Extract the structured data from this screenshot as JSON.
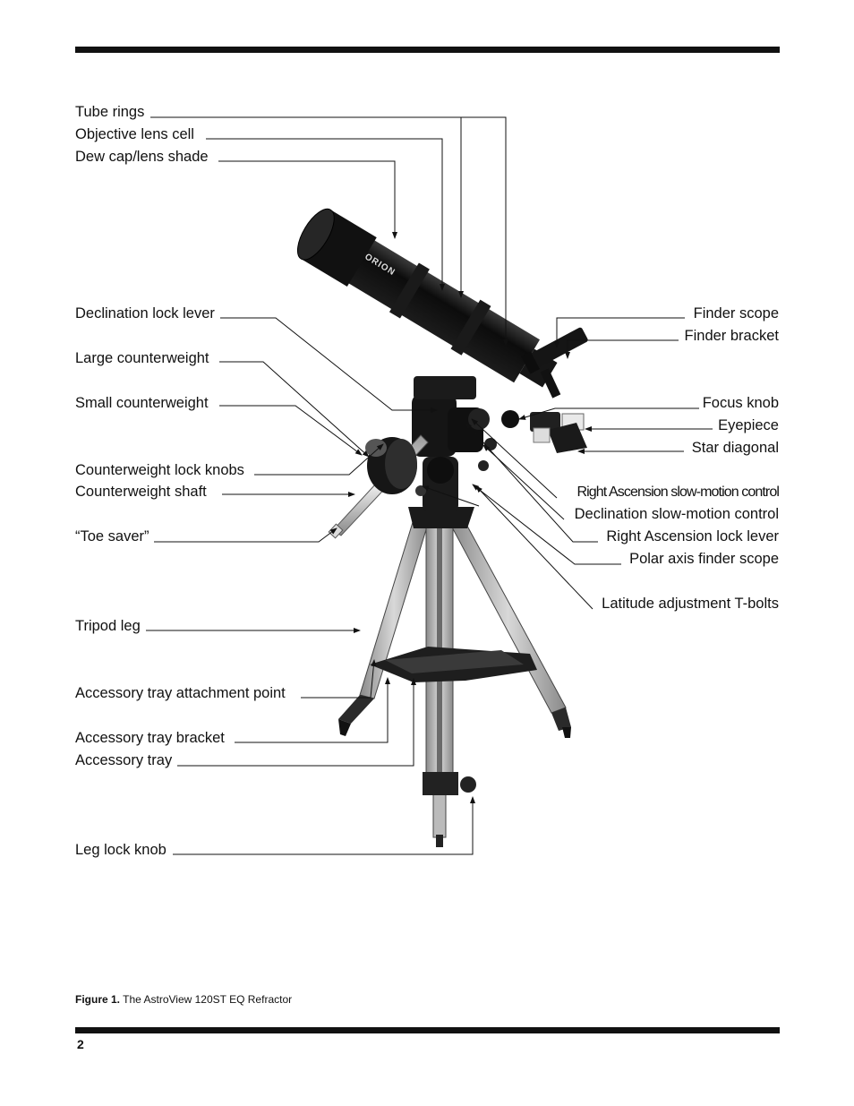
{
  "labels_left": {
    "tube_rings": "Tube rings",
    "objective_lens_cell": "Objective lens cell",
    "dew_cap": "Dew cap/lens shade",
    "dec_lock_lever": "Declination lock lever",
    "large_counterweight": "Large counterweight",
    "small_counterweight": "Small counterweight",
    "cw_lock_knobs": "Counterweight lock knobs",
    "cw_shaft": "Counterweight shaft",
    "toe_saver": "“Toe saver”",
    "tripod_leg": "Tripod leg",
    "tray_attach_point": "Accessory tray attachment point",
    "tray_bracket": "Accessory tray bracket",
    "tray": "Accessory tray",
    "leg_lock_knob": "Leg lock knob"
  },
  "labels_right": {
    "finder_scope": "Finder scope",
    "finder_bracket": "Finder bracket",
    "focus_knob": "Focus knob",
    "eyepiece": "Eyepiece",
    "star_diagonal": "Star diagonal",
    "ra_slow_motion": "Right Ascension slow-motion control",
    "dec_slow_motion": "Declination slow-motion control",
    "ra_lock_lever": "Right Ascension lock lever",
    "polar_finder": "Polar axis finder scope",
    "latitude_tbolts": "Latitude adjustment T-bolts"
  },
  "brand_text": "ORION",
  "caption": {
    "prefix": "Figure 1.",
    "text": "The AstroView 120ST EQ Refractor"
  },
  "page_number": "2"
}
